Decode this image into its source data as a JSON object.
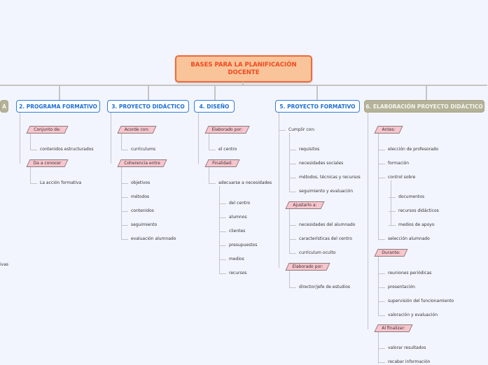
{
  "root": {
    "title": "BASES PARA LA PLANIFICACIÓN DOCENTE"
  },
  "branch1": {
    "title": "A",
    "cut_text": "ivas"
  },
  "branch2": {
    "title": "2. PROGRAMA FORMATIVO",
    "label1": "Conjunto de:",
    "items1": [
      "contenidos estructurados"
    ],
    "label2": "Da a conocer",
    "items2": [
      "La acción formativa"
    ]
  },
  "branch3": {
    "title": "3. PROYECTO DIDÁCTICO",
    "label1": "Acorde con:",
    "items1": [
      "currículums"
    ],
    "label2": "Coherencia entre",
    "items2": [
      "objetivos",
      "métodos",
      "contenidos",
      "seguimiento",
      "evaluación alumnado"
    ]
  },
  "branch4": {
    "title": "4. DISEÑO",
    "label1": "Elaborado por:",
    "items1": [
      "el centro"
    ],
    "label2": "Finalidad:",
    "items2": [
      "adecuarse a necesidades"
    ],
    "sub": [
      "del centro",
      "alumnos",
      "clientes",
      "presupuestos",
      "medios",
      "recursos"
    ]
  },
  "branch5": {
    "title": "5. PROYECTO FORMATIVO",
    "text1": "Cumplir con:",
    "items1": [
      "requisitos",
      "necesidades sociales",
      "métodos, técnicas y recursos",
      "seguimiento y evaluación"
    ],
    "label2": "Ajustarlo a:",
    "items2": [
      "necesidades del alumnado",
      "características del centro",
      "currículum oculto"
    ],
    "label3": "Elaborado por:",
    "items3": [
      "director/jefe de estudios"
    ]
  },
  "branch6": {
    "title": "6. ELABORACIÓN PROYECTO DIDÁCTICO",
    "label1": "Antes:",
    "items1": [
      "elección de profesorado",
      "formación",
      "control sobre"
    ],
    "sub": [
      "documentos",
      "recursos didácticos",
      "medios de apoyo"
    ],
    "items1b": [
      "selección alumnado"
    ],
    "label2": "Durante:",
    "items2": [
      "reuniones periódicas",
      "presentación",
      "supervisión del funcionamiento",
      "valoración y evaluación"
    ],
    "label3": "Al finalizar:",
    "items3": [
      "valorar resultados",
      "recabar información"
    ]
  }
}
